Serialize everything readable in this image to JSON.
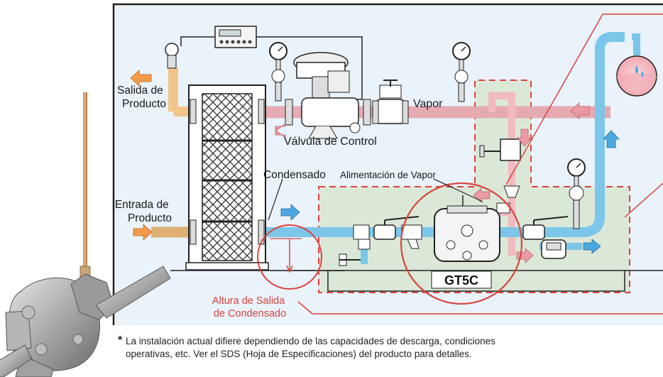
{
  "labels": {
    "product_outlet": [
      "Salida de",
      "Producto"
    ],
    "product_inlet": [
      "Entrada de",
      "Producto"
    ],
    "steam": "Vapor",
    "control_valve": "Válvula de Control",
    "condensate": "Condensado",
    "steam_supply": "Alimentación de Vapor",
    "model": "GT5C",
    "condensate_outlet_height": [
      "Altura de Salida",
      "de Condensado"
    ]
  },
  "footnote": {
    "marker": "*",
    "lines": [
      "La instalación actual difiere dependiendo de las capacidades de descarga, condiciones",
      "operativas, etc. Ver el SDS (Hoja de Especificaciones) del producto para detalles."
    ]
  },
  "colors": {
    "background_panel": "#eaf2fa",
    "frame": "#222222",
    "condensate_pipe": "#7cc6ea",
    "steam_pipe": "#f1b9c0",
    "product_pipe": "#f3c58a",
    "highlight_zone": "#dbe8d8",
    "dashed_outline": "#d9443e",
    "callout_red": "#d9443e",
    "arrow_orange": "#f39a4a",
    "arrow_pink": "#ec9aa3",
    "arrow_blue": "#4aa7e0"
  },
  "icons": [
    "pressure-gauge-icon",
    "thermometer-icon",
    "controller-icon",
    "valve-icon",
    "pump-trap-icon",
    "tank-icon"
  ]
}
